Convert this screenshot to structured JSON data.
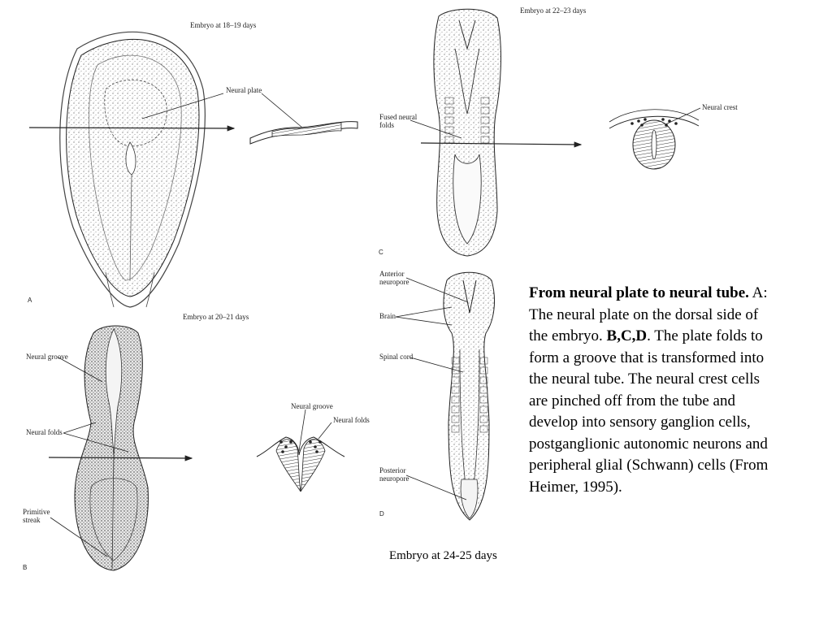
{
  "panel_a": {
    "letter": "A",
    "title": "Embryo at 18–19 days",
    "label_neural_plate": "Neural plate"
  },
  "panel_b": {
    "letter": "B",
    "title": "Embryo at 20–21 days",
    "label_neural_groove": "Neural groove",
    "label_neural_folds": "Neural folds",
    "label_primitive_streak_1": "Primitive",
    "label_primitive_streak_2": "streak",
    "section_label_groove": "Neural groove",
    "section_label_folds": "Neural folds"
  },
  "panel_c": {
    "letter": "C",
    "title": "Embryo at 22–23 days",
    "label_fused_1": "Fused neural",
    "label_fused_2": "folds",
    "label_neural_crest": "Neural crest"
  },
  "panel_d": {
    "letter": "D",
    "label_anterior_1": "Anterior",
    "label_anterior_2": "neuropore",
    "label_brain": "Brain",
    "label_spinal_cord": "Spinal cord",
    "label_posterior_1": "Posterior",
    "label_posterior_2": "neuropore",
    "caption": "Embryo at 24-25 days"
  },
  "caption": {
    "title": "From neural plate to neural tube.",
    "a_label": "A:",
    "a_text": "The neural plate on the dorsal side of the embryo.",
    "bcd_label": "B,C,D",
    "bcd_text": ". The plate folds to form a groove that is transformed into the neural tube. The neural crest cells are pinched off from the tube and develop into sensory ganglion cells, postganglionic autonomic neurons and peripheral glial (Schwann) cells (From Heimer, 1995)."
  }
}
